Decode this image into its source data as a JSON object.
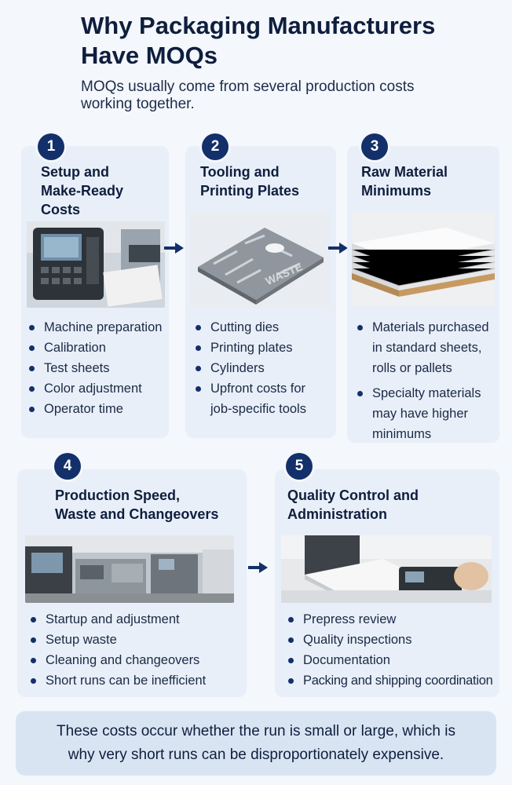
{
  "header": {
    "title_line1": "Why Packaging Manufacturers",
    "title_line2": "Have MOQs",
    "subtitle_line1": "MOQs usually come from several production costs",
    "subtitle_line2": "working together."
  },
  "cards": [
    {
      "number": "1",
      "title_lines": [
        "Setup and",
        "Make-Ready",
        "Costs"
      ],
      "bullets": [
        "Machine preparation",
        "Calibration",
        "Test sheets",
        "Color adjustment",
        "Operator time"
      ]
    },
    {
      "number": "2",
      "title_lines": [
        "Tooling and",
        "Printing Plates"
      ],
      "bullets": [
        "Cutting dies",
        "Printing plates",
        "Cylinders",
        "Upfront costs for",
        "job-specific tools"
      ]
    },
    {
      "number": "3",
      "title_lines": [
        "Raw Material",
        "Minimums"
      ],
      "bullets": [
        "Materials purchased",
        "in standard sheets,",
        "rolls or pallets",
        "Specialty materials",
        "may have higher",
        "minimums"
      ]
    },
    {
      "number": "4",
      "title_lines": [
        "Production Speed,",
        "Waste and Changeovers"
      ],
      "bullets": [
        "Startup and adjustment",
        "Setup waste",
        "Cleaning and changeovers",
        "Short runs can be inefficient"
      ]
    },
    {
      "number": "5",
      "title_lines": [
        "Quality Control and",
        "Administration"
      ],
      "bullets": [
        "Prepress review",
        "Quality inspections",
        "Documentation",
        "Packing and shipping coordination"
      ]
    }
  ],
  "plate_text": "WASTE",
  "footer": {
    "line1": "These costs occur whether the run is small or large, which is",
    "line2": "why very short runs can be disproportionately expensive."
  },
  "colors": {
    "navy": "#14306a",
    "card_bg": "#e8eff8",
    "page_bg": "#f4f7fb",
    "footer_bg": "#d9e4f3"
  }
}
